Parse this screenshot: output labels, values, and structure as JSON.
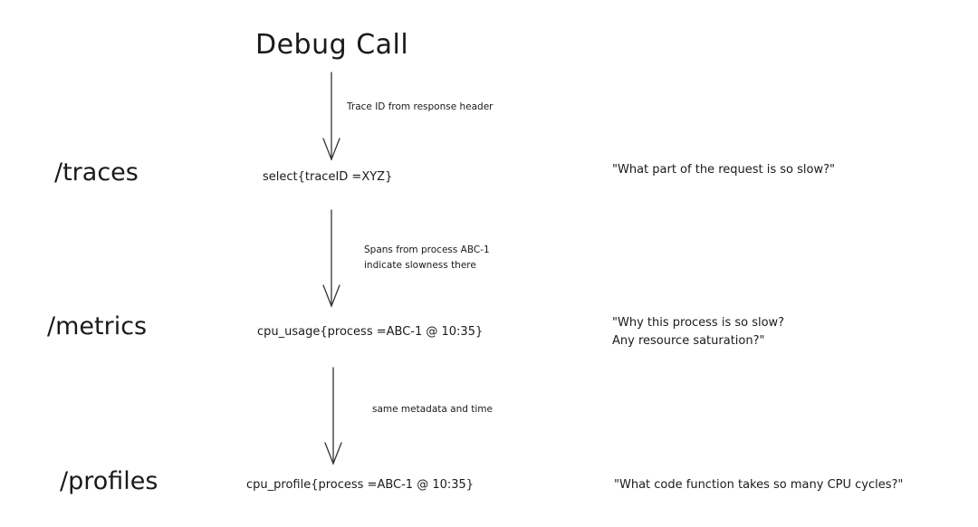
{
  "diagram": {
    "title": "Debug Call",
    "rows": [
      {
        "signal": "/traces",
        "query": "select{traceID =XYZ}",
        "question": "\"What part of the request is so slow?\""
      },
      {
        "signal": "/metrics",
        "query": "cpu_usage{process =ABC-1 @ 10:35}",
        "question": "\"Why this process is so slow?\nAny resource saturation?\""
      },
      {
        "signal": "/profiles",
        "query": "cpu_profile{process =ABC-1 @ 10:35}",
        "question": "\"What code function takes so many CPU cycles?\""
      }
    ],
    "arrows": [
      {
        "label": "Trace ID from response header"
      },
      {
        "label": "Spans from process ABC-1\nindicate slowness there"
      },
      {
        "label": "same metadata and time"
      }
    ]
  }
}
